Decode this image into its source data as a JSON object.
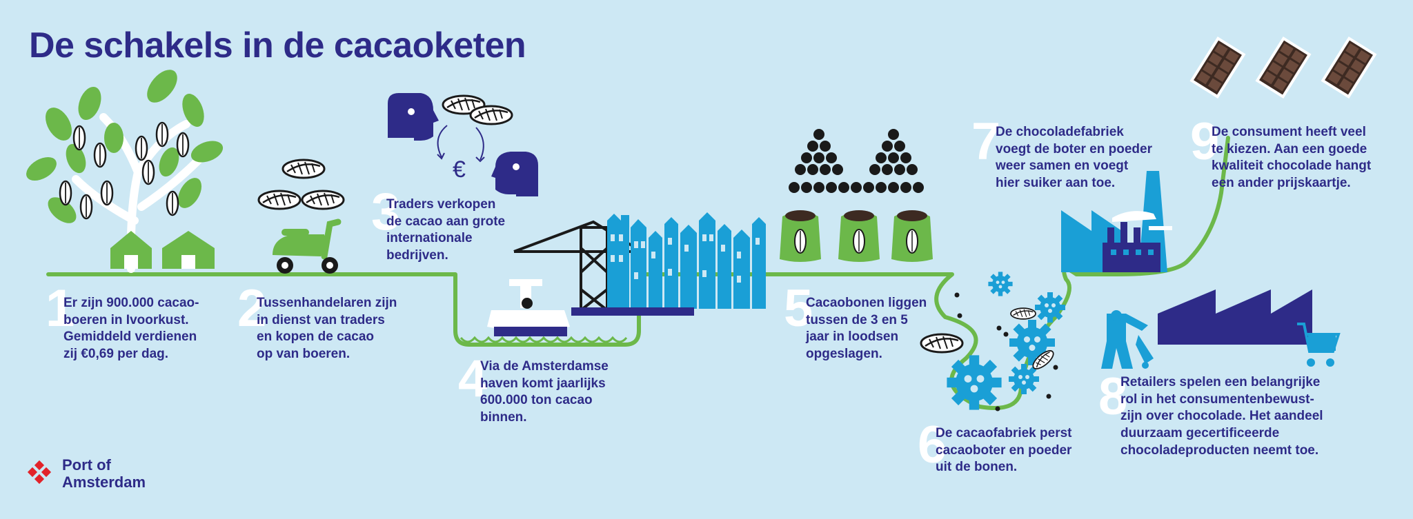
{
  "title": "De schakels in de cacaoketen",
  "steps": [
    {
      "number": "1",
      "text": "Er zijn 900.000 cacao-\nboeren in Ivoorkust.\nGemiddeld verdienen\nzij €0,69 per dag."
    },
    {
      "number": "2",
      "text": "Tussenhandelaren zijn\nin dienst van traders\nen kopen de cacao\nop van boeren."
    },
    {
      "number": "3",
      "text": "Traders verkopen\nde cacao aan grote\ninternationale\nbedrijven."
    },
    {
      "number": "4",
      "text": "Via de Amsterdamse\nhaven komt jaarlijks\n600.000 ton cacao\nbinnen."
    },
    {
      "number": "5",
      "text": "Cacaobonen liggen\ntussen de 3 en 5\njaar in loodsen\nopgeslagen."
    },
    {
      "number": "6",
      "text": "De cacaofabriek perst\ncacaoboter en poeder\nuit de bonen."
    },
    {
      "number": "7",
      "text": "De chocoladefabriek\nvoegt de boter en poeder\nweer samen en voegt\nhier suiker aan toe."
    },
    {
      "number": "8",
      "text": "Retailers spelen een belangrijke\nrol in het consumentenbewust-\nzijn over chocolade. Het aandeel\nduurzaam gecertificeerde\nchocoladeproducten neemt toe."
    },
    {
      "number": "9",
      "text": "De consument heeft veel\nte kiezen. Aan een goede\nkwaliteit chocolade hangt\neen ander prijskaartje."
    }
  ],
  "euro_symbol": "€",
  "logo": {
    "text": "Port of\nAmsterdam"
  },
  "colors": {
    "background": "#cde8f4",
    "navy": "#2e2b88",
    "green": "#6cb84a",
    "cyan": "#1a9fd6",
    "brown": "#5a3a2e",
    "logo_red": "#e2232a"
  },
  "icons": [
    "cacao-tree-icon",
    "scooter-icon",
    "trader-head-icon",
    "crane-icon",
    "ship-icon",
    "canal-houses-icon",
    "bean-pile-icon",
    "cacao-sack-icon",
    "gear-icon",
    "factory-icon",
    "warehouse-icon",
    "shopping-cart-icon",
    "chocolate-bar-icon"
  ]
}
